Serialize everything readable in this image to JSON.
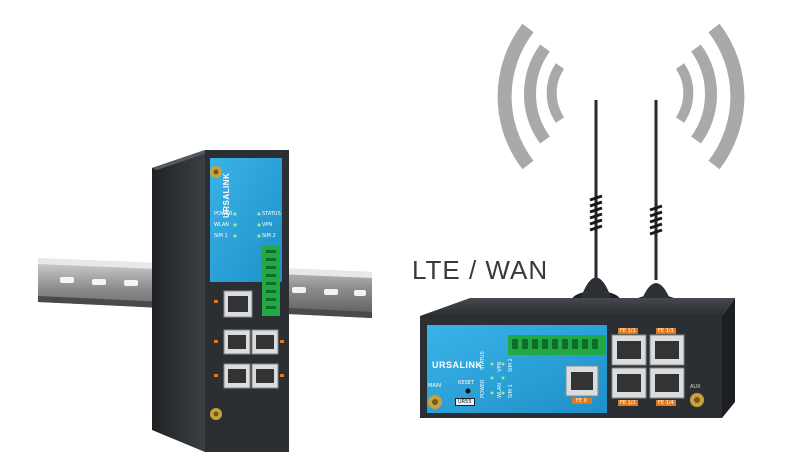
{
  "headline": "LTE / WAN",
  "router_left": {
    "brand": "URSALINK",
    "leds": [
      "POWER",
      "STATUS",
      "WLAN",
      "VPN",
      "SIM 1",
      "SIM 2"
    ]
  },
  "router_right": {
    "brand": "URSALINK",
    "model": "UR55",
    "leds": [
      "POWER",
      "STATUS",
      "WLAN",
      "VPN",
      "SIM 1",
      "SIM 2"
    ],
    "antenna_labels": [
      "MAIN",
      "AUX"
    ],
    "reset_label": "RESET",
    "port_labels": [
      "FE 0",
      "FE 1/1",
      "FE 1/2",
      "FE 1/3",
      "FE 1/4"
    ]
  },
  "colors": {
    "router_blue": "#2aa4dd",
    "router_black": "#2b2f33",
    "terminal_green": "#22a845",
    "signal_gray": "#a9a9a9"
  }
}
